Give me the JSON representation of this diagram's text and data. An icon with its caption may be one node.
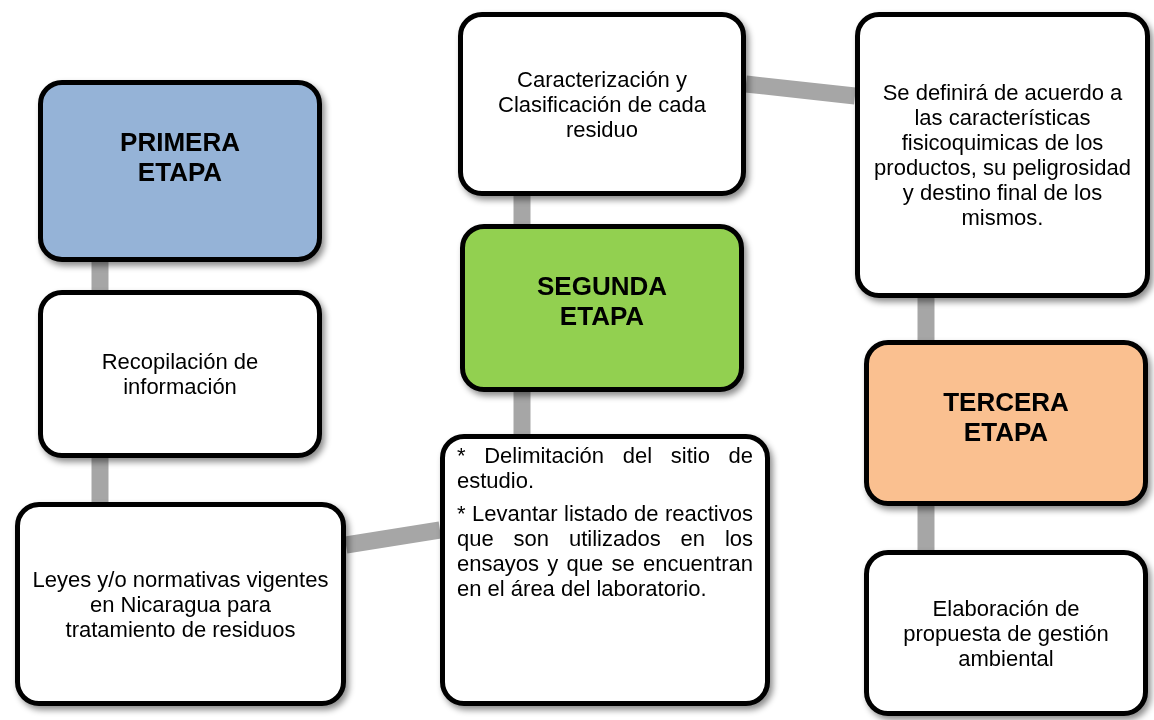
{
  "diagram": {
    "nodes": [
      {
        "text": [
          "PRIMERA ETAPA"
        ]
      },
      {
        "text": [
          "Recopilación de información"
        ]
      },
      {
        "text": [
          "Leyes y/o normativas vigentes en Nicaragua para tratamiento de residuos"
        ]
      },
      {
        "text": [
          "Caracterización y Clasificación de cada residuo"
        ]
      },
      {
        "text": [
          "SEGUNDA ETAPA"
        ]
      },
      {
        "text": [
          "* Delimitación del sitio de estudio.",
          "* Levantar listado de reactivos que son utilizados en los ensayos y que se encuentran en el área del laboratorio."
        ]
      },
      {
        "text": [
          "Se definirá de acuerdo a las características fisicoquimicas de los productos, su peligrosidad  y destino final de los mismos."
        ]
      },
      {
        "text": [
          "TERCERA ETAPA"
        ]
      },
      {
        "text": [
          "Elaboración de propuesta de gestión ambiental"
        ]
      }
    ],
    "edges": [
      {
        "from": 0,
        "to": 1,
        "arrow": "none"
      },
      {
        "from": 1,
        "to": 2,
        "arrow": "none"
      },
      {
        "from": 2,
        "to": 5,
        "arrow": "none"
      },
      {
        "from": 5,
        "to": 4,
        "arrow": "none"
      },
      {
        "from": 4,
        "to": 3,
        "arrow": "none"
      },
      {
        "from": 3,
        "to": 6,
        "arrow": "none"
      },
      {
        "from": 6,
        "to": 7,
        "arrow": "none"
      },
      {
        "from": 7,
        "to": 8,
        "arrow": "none"
      }
    ]
  }
}
